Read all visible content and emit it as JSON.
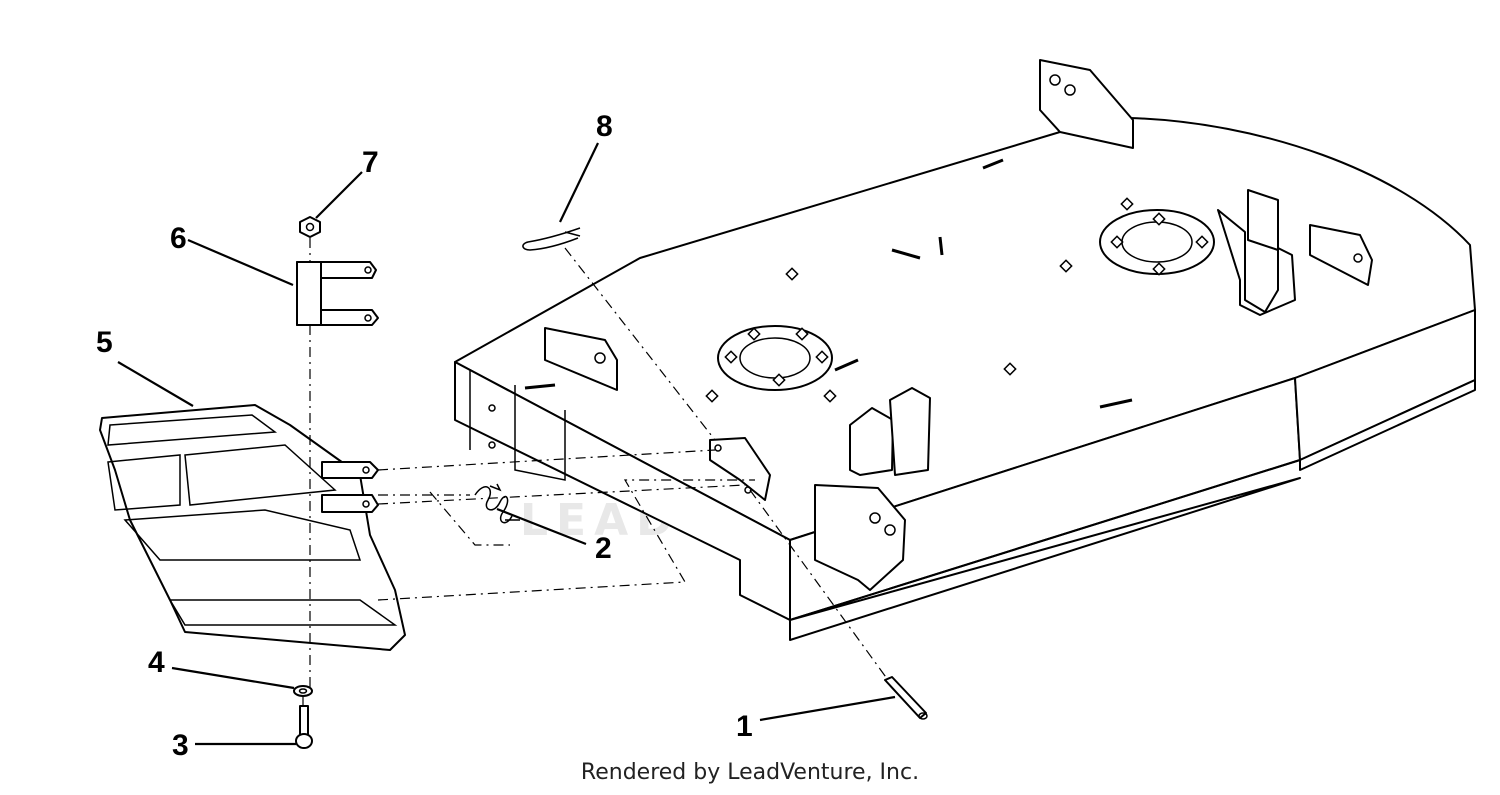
{
  "callouts": [
    {
      "id": "1",
      "label": "1"
    },
    {
      "id": "2",
      "label": "2"
    },
    {
      "id": "3",
      "label": "3"
    },
    {
      "id": "4",
      "label": "4"
    },
    {
      "id": "5",
      "label": "5"
    },
    {
      "id": "6",
      "label": "6"
    },
    {
      "id": "7",
      "label": "7"
    },
    {
      "id": "8",
      "label": "8"
    }
  ],
  "watermark": {
    "text": "LEADVENTURE"
  },
  "footer": {
    "text": "Rendered by LeadVenture, Inc."
  }
}
